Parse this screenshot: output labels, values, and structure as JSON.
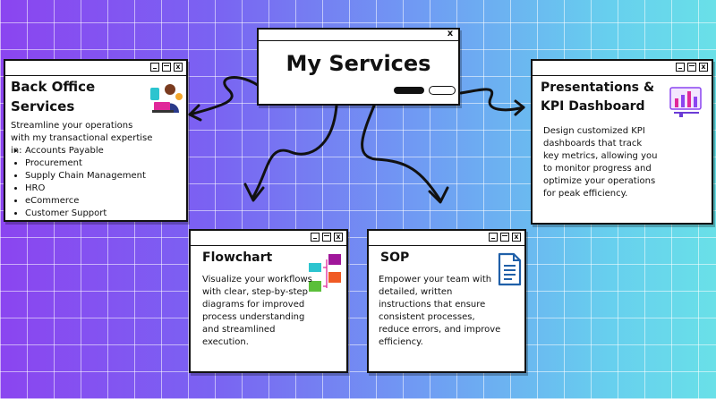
{
  "header": {
    "title": "My Services"
  },
  "back_office": {
    "title_line1": "Back Office",
    "title_line2": "Services",
    "intro": "Streamline your operations with my transactional expertise in:",
    "items": [
      "Accounts Payable",
      "Procurement",
      "Supply Chain Management",
      "HRO",
      "eCommerce",
      "Customer Support"
    ]
  },
  "presentations": {
    "title_line1": "Presentations &",
    "title_line2": "KPI Dashboard",
    "description": "Design customized KPI dashboards that track key metrics, allowing you to monitor progress and optimize your operations for peak efficiency."
  },
  "flowchart": {
    "title": "Flowchart",
    "description": "Visualize your workflows with clear, step-by-step diagrams for improved process understanding and streamlined execution."
  },
  "sop": {
    "title": "SOP",
    "description": "Empower your team with detailed, written instructions that ensure consistent processes, reduce errors, and improve efficiency."
  },
  "window_controls": {
    "close": "x"
  },
  "icons": {
    "back_office": "person-at-laptop-icon",
    "presentations": "dashboard-chart-icon",
    "flowchart": "flowchart-blocks-icon",
    "sop": "document-icon"
  },
  "colors": {
    "accent_pink": "#e0289a",
    "accent_teal": "#2cc4cf",
    "ink": "#111111"
  }
}
